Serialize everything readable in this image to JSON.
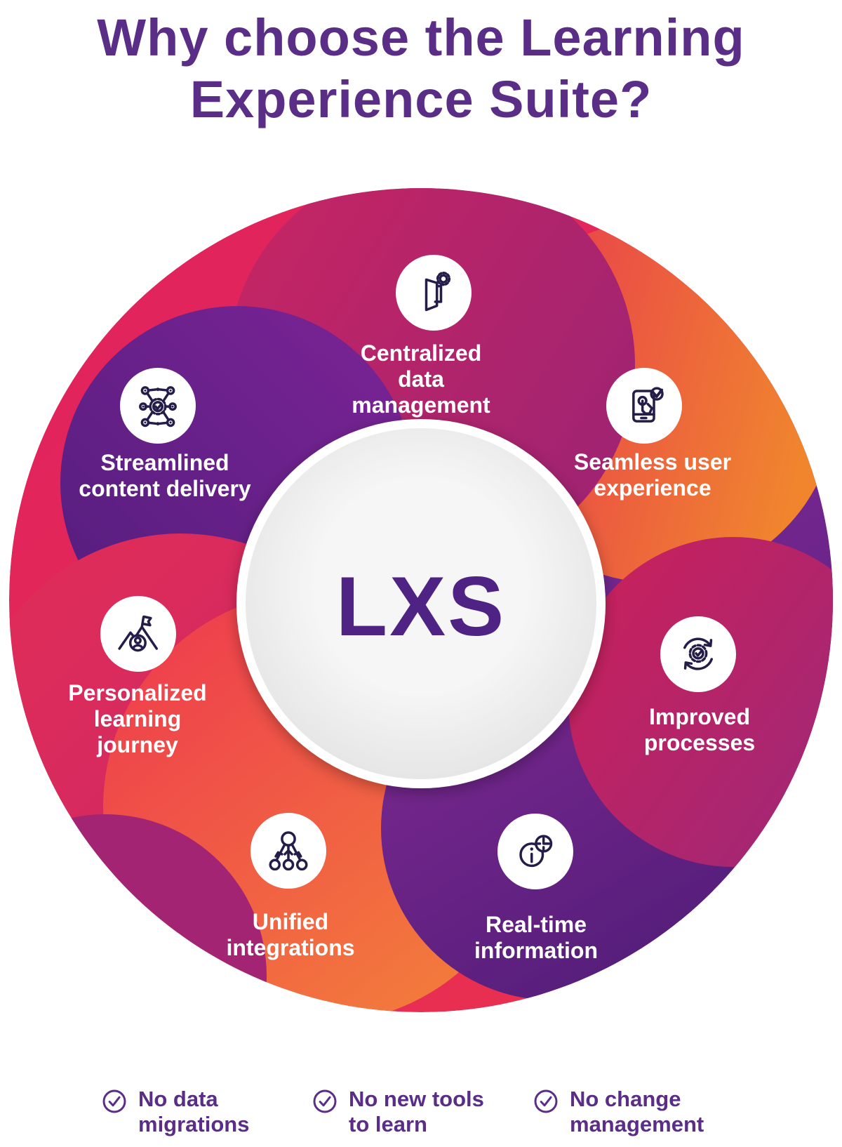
{
  "title": {
    "line1": "Why choose the Learning",
    "line2": "Experience Suite?"
  },
  "wheel": {
    "center_label": "LXS"
  },
  "benefits": [
    {
      "id": "centralized-data-management",
      "icon": "door-gear-icon",
      "lines": [
        "Centralized",
        "data",
        "management"
      ]
    },
    {
      "id": "seamless-user-experience",
      "icon": "phone-tap-check-icon",
      "lines": [
        "Seamless user",
        "experience"
      ]
    },
    {
      "id": "improved-processes",
      "icon": "gear-refresh-icon",
      "lines": [
        "Improved",
        "processes"
      ]
    },
    {
      "id": "real-time-information",
      "icon": "info-clock-icon",
      "lines": [
        "Real-time",
        "information"
      ]
    },
    {
      "id": "unified-integrations",
      "icon": "hierarchy-nodes-icon",
      "lines": [
        "Unified",
        "integrations"
      ]
    },
    {
      "id": "personalized-learning-journey",
      "icon": "mountain-flag-person-icon",
      "lines": [
        "Personalized",
        "learning",
        "journey"
      ]
    },
    {
      "id": "streamlined-content-delivery",
      "icon": "gear-network-icon",
      "lines": [
        "Streamlined",
        "content delivery"
      ]
    }
  ],
  "footer": {
    "items": [
      {
        "icon": "check-circle-icon",
        "lines": [
          "No data",
          "migrations"
        ]
      },
      {
        "icon": "check-circle-icon",
        "lines": [
          "No new tools",
          "to learn"
        ]
      },
      {
        "icon": "check-circle-icon",
        "lines": [
          "No change",
          "management"
        ]
      }
    ]
  },
  "colors": {
    "title_purple": "#5a2d87",
    "lxs_purple": "#4e2383",
    "icon_stroke": "#241d49",
    "label_white": "#ffffff",
    "base_crimson": "#df215f",
    "base_red": "#ea314f",
    "purple_right_top": "#8e2b9c",
    "purple_right_bottom": "#55207e",
    "seamless_red": "#e73251",
    "seamless_orange": "#f0852e",
    "dome_magenta_left": "#c52563",
    "dome_magenta_right": "#9e2373",
    "streamlined_purple_light": "#7c2496",
    "streamlined_purple_dark": "#521d7c",
    "personalized_crimson": "#e22d57",
    "personalized_magenta": "#c92767",
    "rim_sliver_magenta": "#a32472",
    "unified_red": "#ee3a4e",
    "unified_orange": "#f3813a",
    "realtime_purple_light": "#7e2991",
    "realtime_purple_dark": "#561e7b",
    "improved_magenta_light": "#cc2059",
    "improved_magenta_dark": "#9e2878",
    "center_gray_light": "#f6f6f6",
    "center_gray_dark": "#d9d9d9"
  }
}
